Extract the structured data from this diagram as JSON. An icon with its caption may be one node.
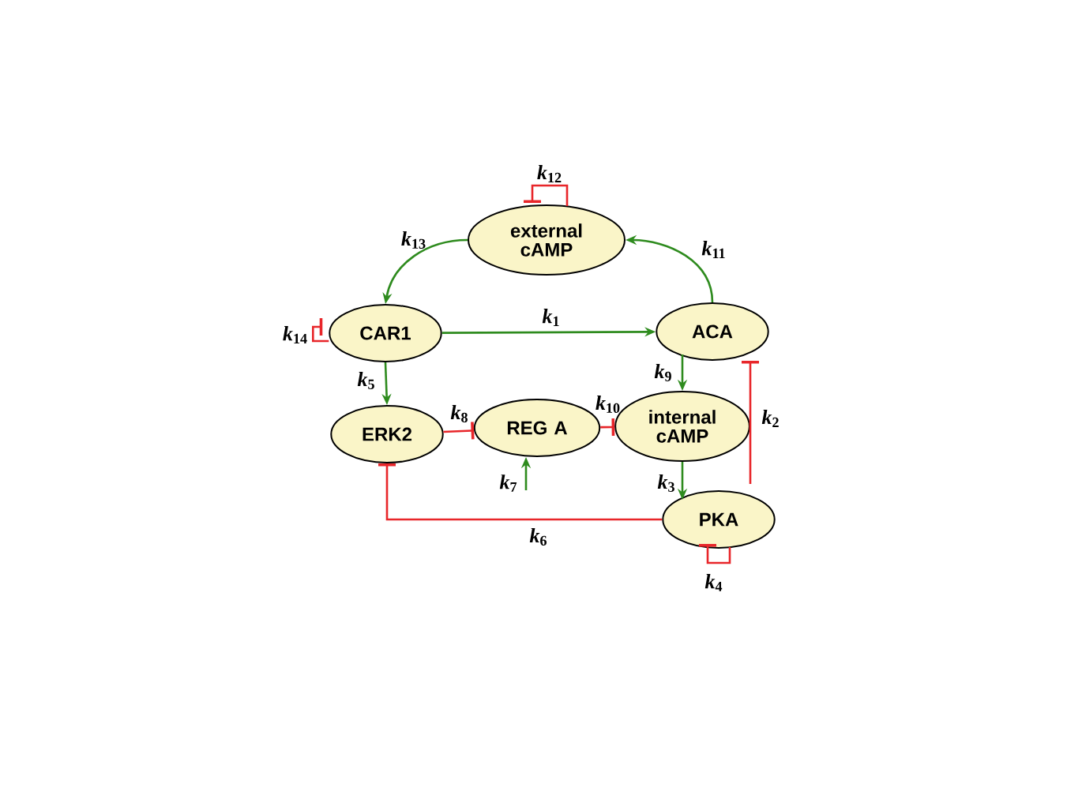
{
  "diagram": {
    "nodes": [
      {
        "text": [
          "external cAMP"
        ]
      },
      {
        "text": [
          "CAR1"
        ]
      },
      {
        "text": [
          "ACA"
        ]
      },
      {
        "text": [
          "ERK2"
        ]
      },
      {
        "text": [
          "REG A"
        ]
      },
      {
        "text": [
          "internal cAMP"
        ]
      },
      {
        "text": [
          "PKA"
        ]
      }
    ],
    "edges": [
      {
        "from": 0,
        "to": 1,
        "arrow": "to",
        "label": "*k*$_{13}$",
        "color": "#2e8b1e"
      },
      {
        "from": 2,
        "to": 0,
        "arrow": "to",
        "label": "*k*$_{11}$",
        "color": "#2e8b1e"
      },
      {
        "from": 1,
        "to": 2,
        "arrow": "to",
        "label": "*k*$_{1}$",
        "color": "#2e8b1e"
      },
      {
        "from": 2,
        "to": 5,
        "arrow": "to",
        "label": "*k*$_{9}$",
        "color": "#2e8b1e"
      },
      {
        "from": 5,
        "to": 6,
        "arrow": "to",
        "label": "*k*$_{3}$",
        "color": "#2e8b1e"
      },
      {
        "from": 1,
        "to": 3,
        "arrow": "to",
        "label": "*k*$_{5}$",
        "color": "#2e8b1e"
      },
      {
        "from": null,
        "to": 4,
        "arrow": "to",
        "label": "*k*$_{7}$",
        "color": "#2e8b1e"
      },
      {
        "from": 3,
        "to": 4,
        "arrow": "other",
        "label": "*k*$_{8}$",
        "color": "#e8262a"
      },
      {
        "from": 4,
        "to": 5,
        "arrow": "other",
        "label": "*k*$_{10}$",
        "color": "#e8262a"
      },
      {
        "from": 6,
        "to": 3,
        "arrow": "other",
        "label": "*k*$_{6}$",
        "color": "#e8262a"
      },
      {
        "from": 6,
        "to": 2,
        "arrow": "other",
        "label": "*k*$_{2}$",
        "color": "#e8262a"
      },
      {
        "from": 0,
        "to": 0,
        "arrow": "other",
        "label": "*k*$_{12}$",
        "color": "#e8262a"
      },
      {
        "from": 1,
        "to": 1,
        "arrow": "other",
        "label": "*k*$_{14}$",
        "color": "#e8262a"
      },
      {
        "from": 6,
        "to": 6,
        "arrow": "other",
        "label": "*k*$_{4}$",
        "color": "#e8262a"
      }
    ]
  }
}
